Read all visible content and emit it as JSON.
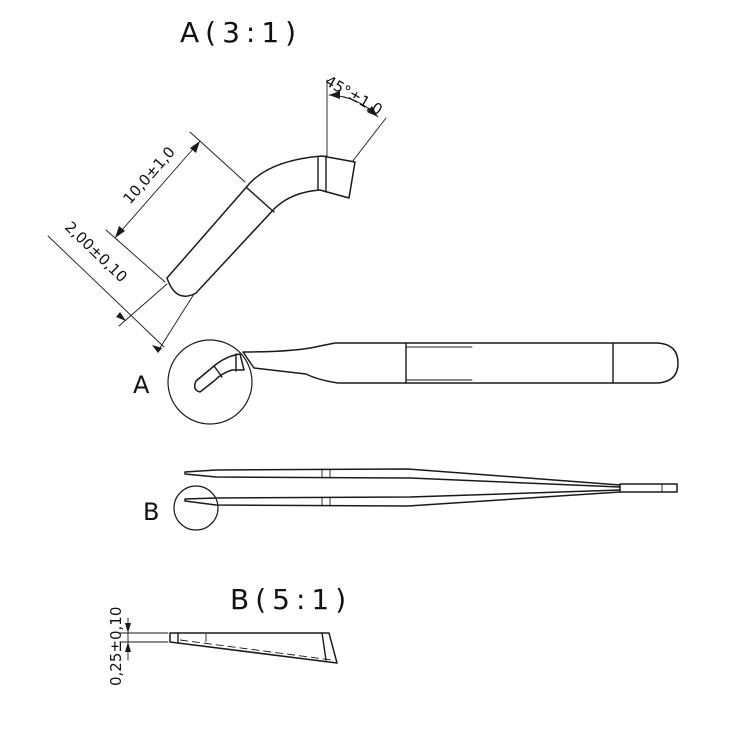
{
  "detail_a": {
    "title": "A(3:1)",
    "angle_label": "45°±1,0",
    "length_label": "10,0±1,0",
    "width_label": "2,00±0,10",
    "callout": "A"
  },
  "detail_b": {
    "title": "B(5:1)",
    "thickness_label": "0,25±0,10",
    "callout": "B"
  },
  "colors": {
    "line": "#1a1a1a",
    "background": "#ffffff"
  }
}
